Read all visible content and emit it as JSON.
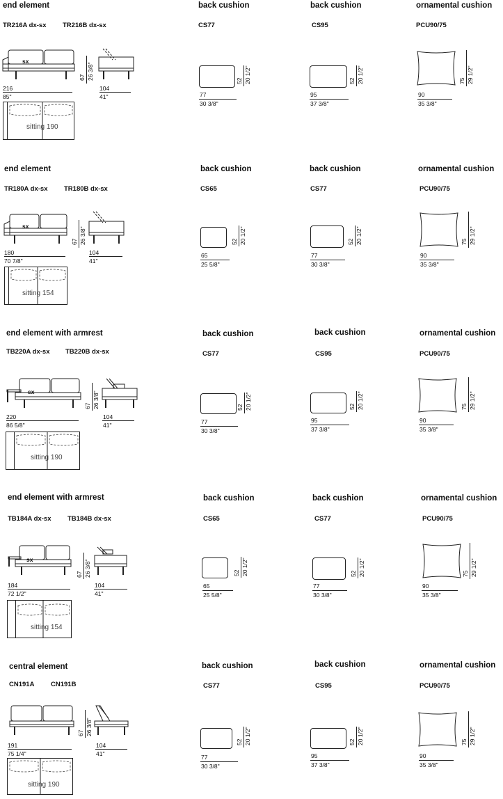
{
  "sections": [
    {
      "title": "end element",
      "codes": [
        "TR216A dx-sx",
        "TR216B dx-sx"
      ],
      "sofa": {
        "side_label": "sx",
        "width_cm": "216",
        "width_in": "85\"",
        "height_cm": "67",
        "height_in": "26 3/8\"",
        "depth_cm": "104",
        "depth_in": "41\"",
        "sitting": "sitting 190"
      },
      "cushions": [
        {
          "title": "back cushion",
          "code": "CS77",
          "w_cm": "77",
          "w_in": "30 3/8\"",
          "h_cm": "52",
          "h_in": "20 1/2\""
        },
        {
          "title": "back cushion",
          "code": "CS95",
          "w_cm": "95",
          "w_in": "37 3/8\"",
          "h_cm": "52",
          "h_in": "20 1/2\""
        },
        {
          "title": "ornamental cushion",
          "code": "PCU90/75",
          "w_cm": "90",
          "w_in": "35 3/8\"",
          "h_cm": "75",
          "h_in": "29 1/2\""
        }
      ]
    },
    {
      "title": "end element",
      "codes": [
        "TR180A dx-sx",
        "TR180B dx-sx"
      ],
      "sofa": {
        "side_label": "sx",
        "width_cm": "180",
        "width_in": "70 7/8\"",
        "height_cm": "67",
        "height_in": "26 3/8\"",
        "depth_cm": "104",
        "depth_in": "41\"",
        "sitting": "sitting 154"
      },
      "cushions": [
        {
          "title": "back cushion",
          "code": "CS65",
          "w_cm": "65",
          "w_in": "25 5/8\"",
          "h_cm": "52",
          "h_in": "20 1/2\""
        },
        {
          "title": "back cushion",
          "code": "CS77",
          "w_cm": "77",
          "w_in": "30 3/8\"",
          "h_cm": "52",
          "h_in": "20 1/2\""
        },
        {
          "title": "ornamental cushion",
          "code": "PCU90/75",
          "w_cm": "90",
          "w_in": "35 3/8\"",
          "h_cm": "75",
          "h_in": "29 1/2\""
        }
      ]
    },
    {
      "title": "end element with armrest",
      "codes": [
        "TB220A dx-sx",
        "TB220B dx-sx"
      ],
      "sofa": {
        "side_label": "sx",
        "width_cm": "220",
        "width_in": "86 5/8\"",
        "height_cm": "67",
        "height_in": "26 3/8\"",
        "depth_cm": "104",
        "depth_in": "41\"",
        "sitting": "sitting 190"
      },
      "cushions": [
        {
          "title": "back cushion",
          "code": "CS77",
          "w_cm": "77",
          "w_in": "30 3/8\"",
          "h_cm": "52",
          "h_in": "20 1/2\""
        },
        {
          "title": "back cushion",
          "code": "CS95",
          "w_cm": "95",
          "w_in": "37 3/8\"",
          "h_cm": "52",
          "h_in": "20 1/2\""
        },
        {
          "title": "ornamental cushion",
          "code": "PCU90/75",
          "w_cm": "90",
          "w_in": "35 3/8\"",
          "h_cm": "75",
          "h_in": "29 1/2\""
        }
      ]
    },
    {
      "title": "end element with armrest",
      "codes": [
        "TB184A dx-sx",
        "TB184B dx-sx"
      ],
      "sofa": {
        "side_label": "sx",
        "width_cm": "184",
        "width_in": "72 1/2\"",
        "height_cm": "67",
        "height_in": "26 3/8\"",
        "depth_cm": "104",
        "depth_in": "41\"",
        "sitting": "sitting 154"
      },
      "cushions": [
        {
          "title": "back cushion",
          "code": "CS65",
          "w_cm": "65",
          "w_in": "25 5/8\"",
          "h_cm": "52",
          "h_in": "20 1/2\""
        },
        {
          "title": "back cushion",
          "code": "CS77",
          "w_cm": "77",
          "w_in": "30 3/8\"",
          "h_cm": "52",
          "h_in": "20 1/2\""
        },
        {
          "title": "ornamental cushion",
          "code": "PCU90/75",
          "w_cm": "90",
          "w_in": "35 3/8\"",
          "h_cm": "75",
          "h_in": "29 1/2\""
        }
      ]
    },
    {
      "title": "central element",
      "codes": [
        "CN191A",
        "CN191B"
      ],
      "sofa": {
        "side_label": "",
        "width_cm": "191",
        "width_in": "75 1/4\"",
        "height_cm": "67",
        "height_in": "26 3/8\"",
        "depth_cm": "104",
        "depth_in": "41\"",
        "sitting": "sitting 190"
      },
      "cushions": [
        {
          "title": "back cushion",
          "code": "CS77",
          "w_cm": "77",
          "w_in": "30 3/8\"",
          "h_cm": "52",
          "h_in": "20 1/2\""
        },
        {
          "title": "back cushion",
          "code": "CS95",
          "w_cm": "95",
          "w_in": "37 3/8\"",
          "h_cm": "52",
          "h_in": "20 1/2\""
        },
        {
          "title": "ornamental cushion",
          "code": "PCU90/75",
          "w_cm": "90",
          "w_in": "35 3/8\"",
          "h_cm": "75",
          "h_in": "29 1/2\""
        }
      ]
    }
  ]
}
